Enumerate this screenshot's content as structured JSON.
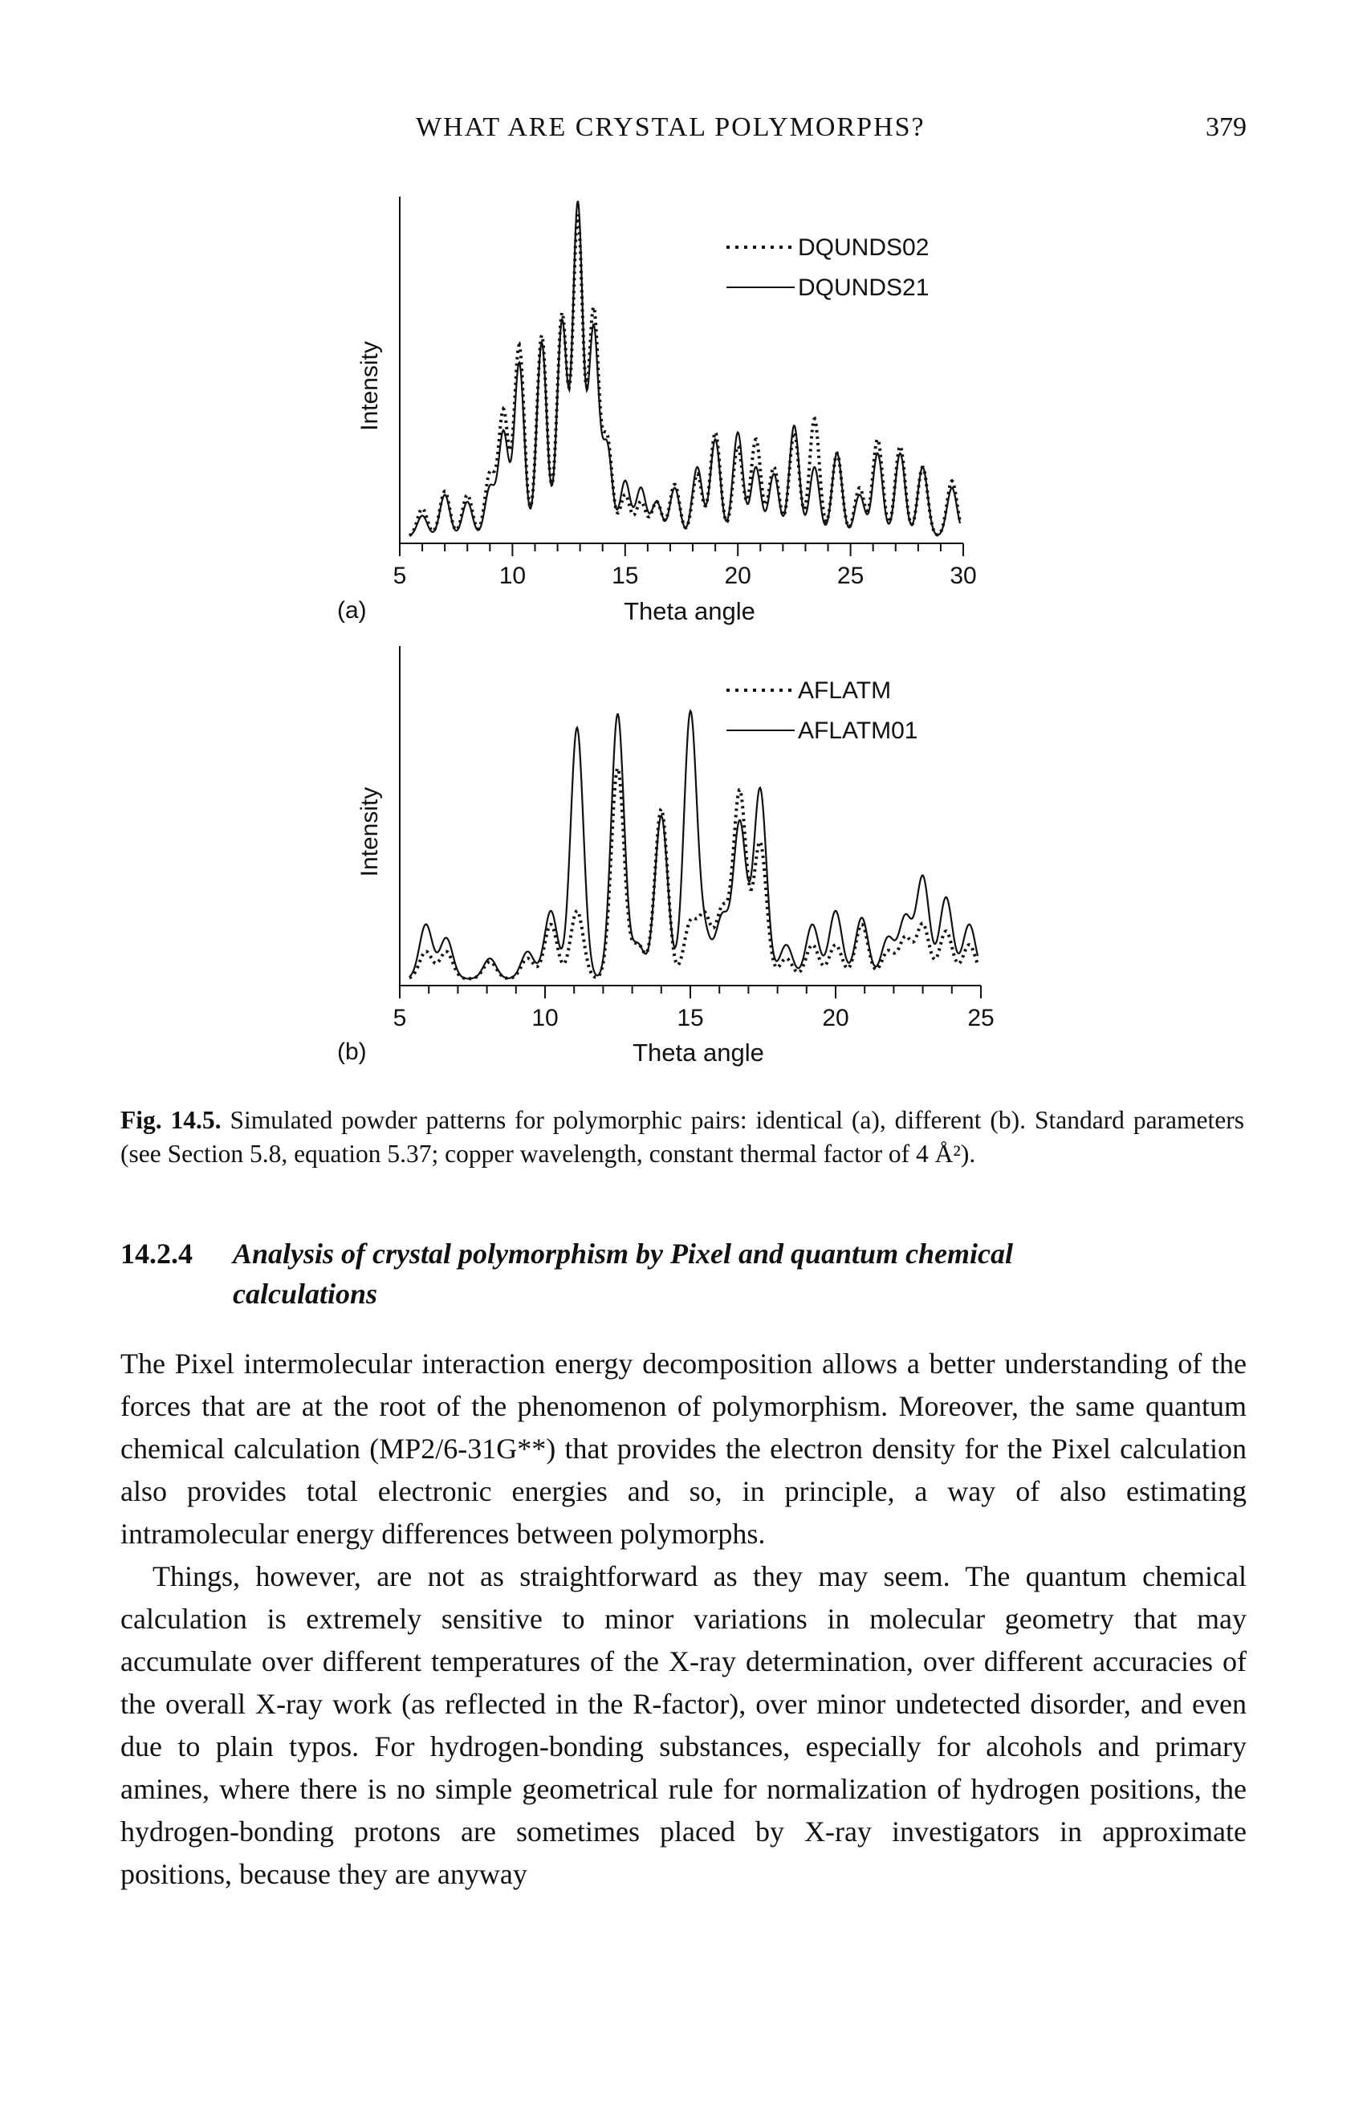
{
  "header": {
    "running_title": "WHAT ARE CRYSTAL POLYMORPHS?",
    "page_number": "379"
  },
  "figure": {
    "panel_a_label": "(a)",
    "panel_b_label": "(b)"
  },
  "chart_data": [
    {
      "type": "line",
      "panel": "(a)",
      "xlabel": "Theta angle",
      "ylabel": "Intensity",
      "xlim": [
        5,
        30
      ],
      "xticks": [
        "5",
        "10",
        "15",
        "20",
        "25",
        "30"
      ],
      "series": [
        {
          "name": "DQUNDS02",
          "style": "dotted",
          "x": [
            6,
            7,
            8,
            9,
            9.6,
            10.3,
            11.3,
            12.2,
            12.9,
            13.6,
            14.2,
            15.0,
            15.7,
            16.4,
            17.2,
            18.2,
            19.0,
            20.0,
            20.8,
            21.6,
            22.5,
            23.4,
            24.4,
            25.4,
            26.2,
            27.2,
            28.2,
            29.5
          ],
          "y": [
            0.08,
            0.13,
            0.12,
            0.18,
            0.36,
            0.55,
            0.58,
            0.64,
            0.92,
            0.65,
            0.28,
            0.12,
            0.1,
            0.1,
            0.15,
            0.18,
            0.3,
            0.26,
            0.28,
            0.2,
            0.3,
            0.34,
            0.24,
            0.14,
            0.28,
            0.26,
            0.2,
            0.16
          ]
        },
        {
          "name": "DQUNDS21",
          "style": "solid",
          "x": [
            6,
            7,
            8,
            9,
            9.6,
            10.3,
            11.3,
            12.2,
            12.9,
            13.6,
            14.2,
            15.0,
            15.7,
            16.4,
            17.2,
            18.2,
            19.0,
            20.0,
            20.8,
            21.6,
            22.5,
            23.4,
            24.4,
            25.4,
            26.2,
            27.2,
            28.2,
            29.5
          ],
          "y": [
            0.06,
            0.12,
            0.1,
            0.14,
            0.3,
            0.5,
            0.56,
            0.62,
            0.96,
            0.6,
            0.26,
            0.16,
            0.14,
            0.1,
            0.14,
            0.2,
            0.28,
            0.3,
            0.2,
            0.18,
            0.32,
            0.2,
            0.24,
            0.12,
            0.24,
            0.24,
            0.2,
            0.14
          ]
        }
      ]
    },
    {
      "type": "line",
      "panel": "(b)",
      "xlabel": "Theta angle",
      "ylabel": "Intensity",
      "xlim": [
        5,
        25
      ],
      "xticks": [
        "5",
        "10",
        "15",
        "20",
        "25"
      ],
      "series": [
        {
          "name": "AFLATM",
          "style": "dotted",
          "x": [
            5.9,
            6.6,
            8.1,
            9.4,
            10.2,
            11.1,
            12.5,
            13.2,
            14.0,
            15.0,
            15.5,
            16.1,
            16.7,
            17.4,
            18.3,
            19.2,
            20.0,
            20.9,
            21.8,
            22.4,
            23.0,
            23.8,
            24.6
          ],
          "y": [
            0.08,
            0.08,
            0.05,
            0.06,
            0.16,
            0.2,
            0.62,
            0.1,
            0.5,
            0.16,
            0.18,
            0.2,
            0.55,
            0.4,
            0.06,
            0.1,
            0.1,
            0.16,
            0.08,
            0.12,
            0.16,
            0.14,
            0.1
          ]
        },
        {
          "name": "AFLATM01",
          "style": "solid",
          "x": [
            5.9,
            6.6,
            8.1,
            9.4,
            10.2,
            11.1,
            12.5,
            13.2,
            14.0,
            15.0,
            15.5,
            16.1,
            16.7,
            17.4,
            18.3,
            19.2,
            20.0,
            20.9,
            21.8,
            22.4,
            23.0,
            23.8,
            24.6
          ],
          "y": [
            0.16,
            0.12,
            0.06,
            0.08,
            0.2,
            0.74,
            0.78,
            0.1,
            0.48,
            0.78,
            0.12,
            0.18,
            0.46,
            0.56,
            0.1,
            0.16,
            0.2,
            0.18,
            0.12,
            0.18,
            0.3,
            0.24,
            0.16
          ]
        }
      ]
    }
  ],
  "caption": {
    "label": "Fig. 14.5.",
    "text": "Simulated powder patterns for polymorphic pairs: identical (a), different (b). Standard parameters (see Section 5.8, equation 5.37; copper wavelength, constant thermal factor of 4 Å²)."
  },
  "section": {
    "number": "14.2.4",
    "title_line1": "Analysis of crystal polymorphism by Pixel and quantum chemical",
    "title_line2": "calculations"
  },
  "body": {
    "paragraph1": "The Pixel intermolecular interaction energy decomposition allows a better understanding of the forces that are at the root of the phenomenon of polymorphism. Moreover, the same quantum chemical calculation (MP2/6-31G**) that provides the electron density for the Pixel calculation also provides total electronic energies and so, in principle, a way of also estimating intramolecular energy differences between polymorphs.",
    "paragraph2": "Things, however, are not as straightforward as they may seem. The quantum chemical calculation is extremely sensitive to minor variations in molecular geometry that may accumulate over different temperatures of the X-ray determination, over different accuracies of the overall X-ray work (as reflected in the R-factor), over minor undetected disorder, and even due to plain typos. For hydrogen-bonding substances, especially for alcohols and primary amines, where there is no simple geometrical rule for normalization of hydrogen positions, the hydrogen-bonding protons are sometimes placed by X-ray investigators in approximate positions, because they are anyway"
  }
}
